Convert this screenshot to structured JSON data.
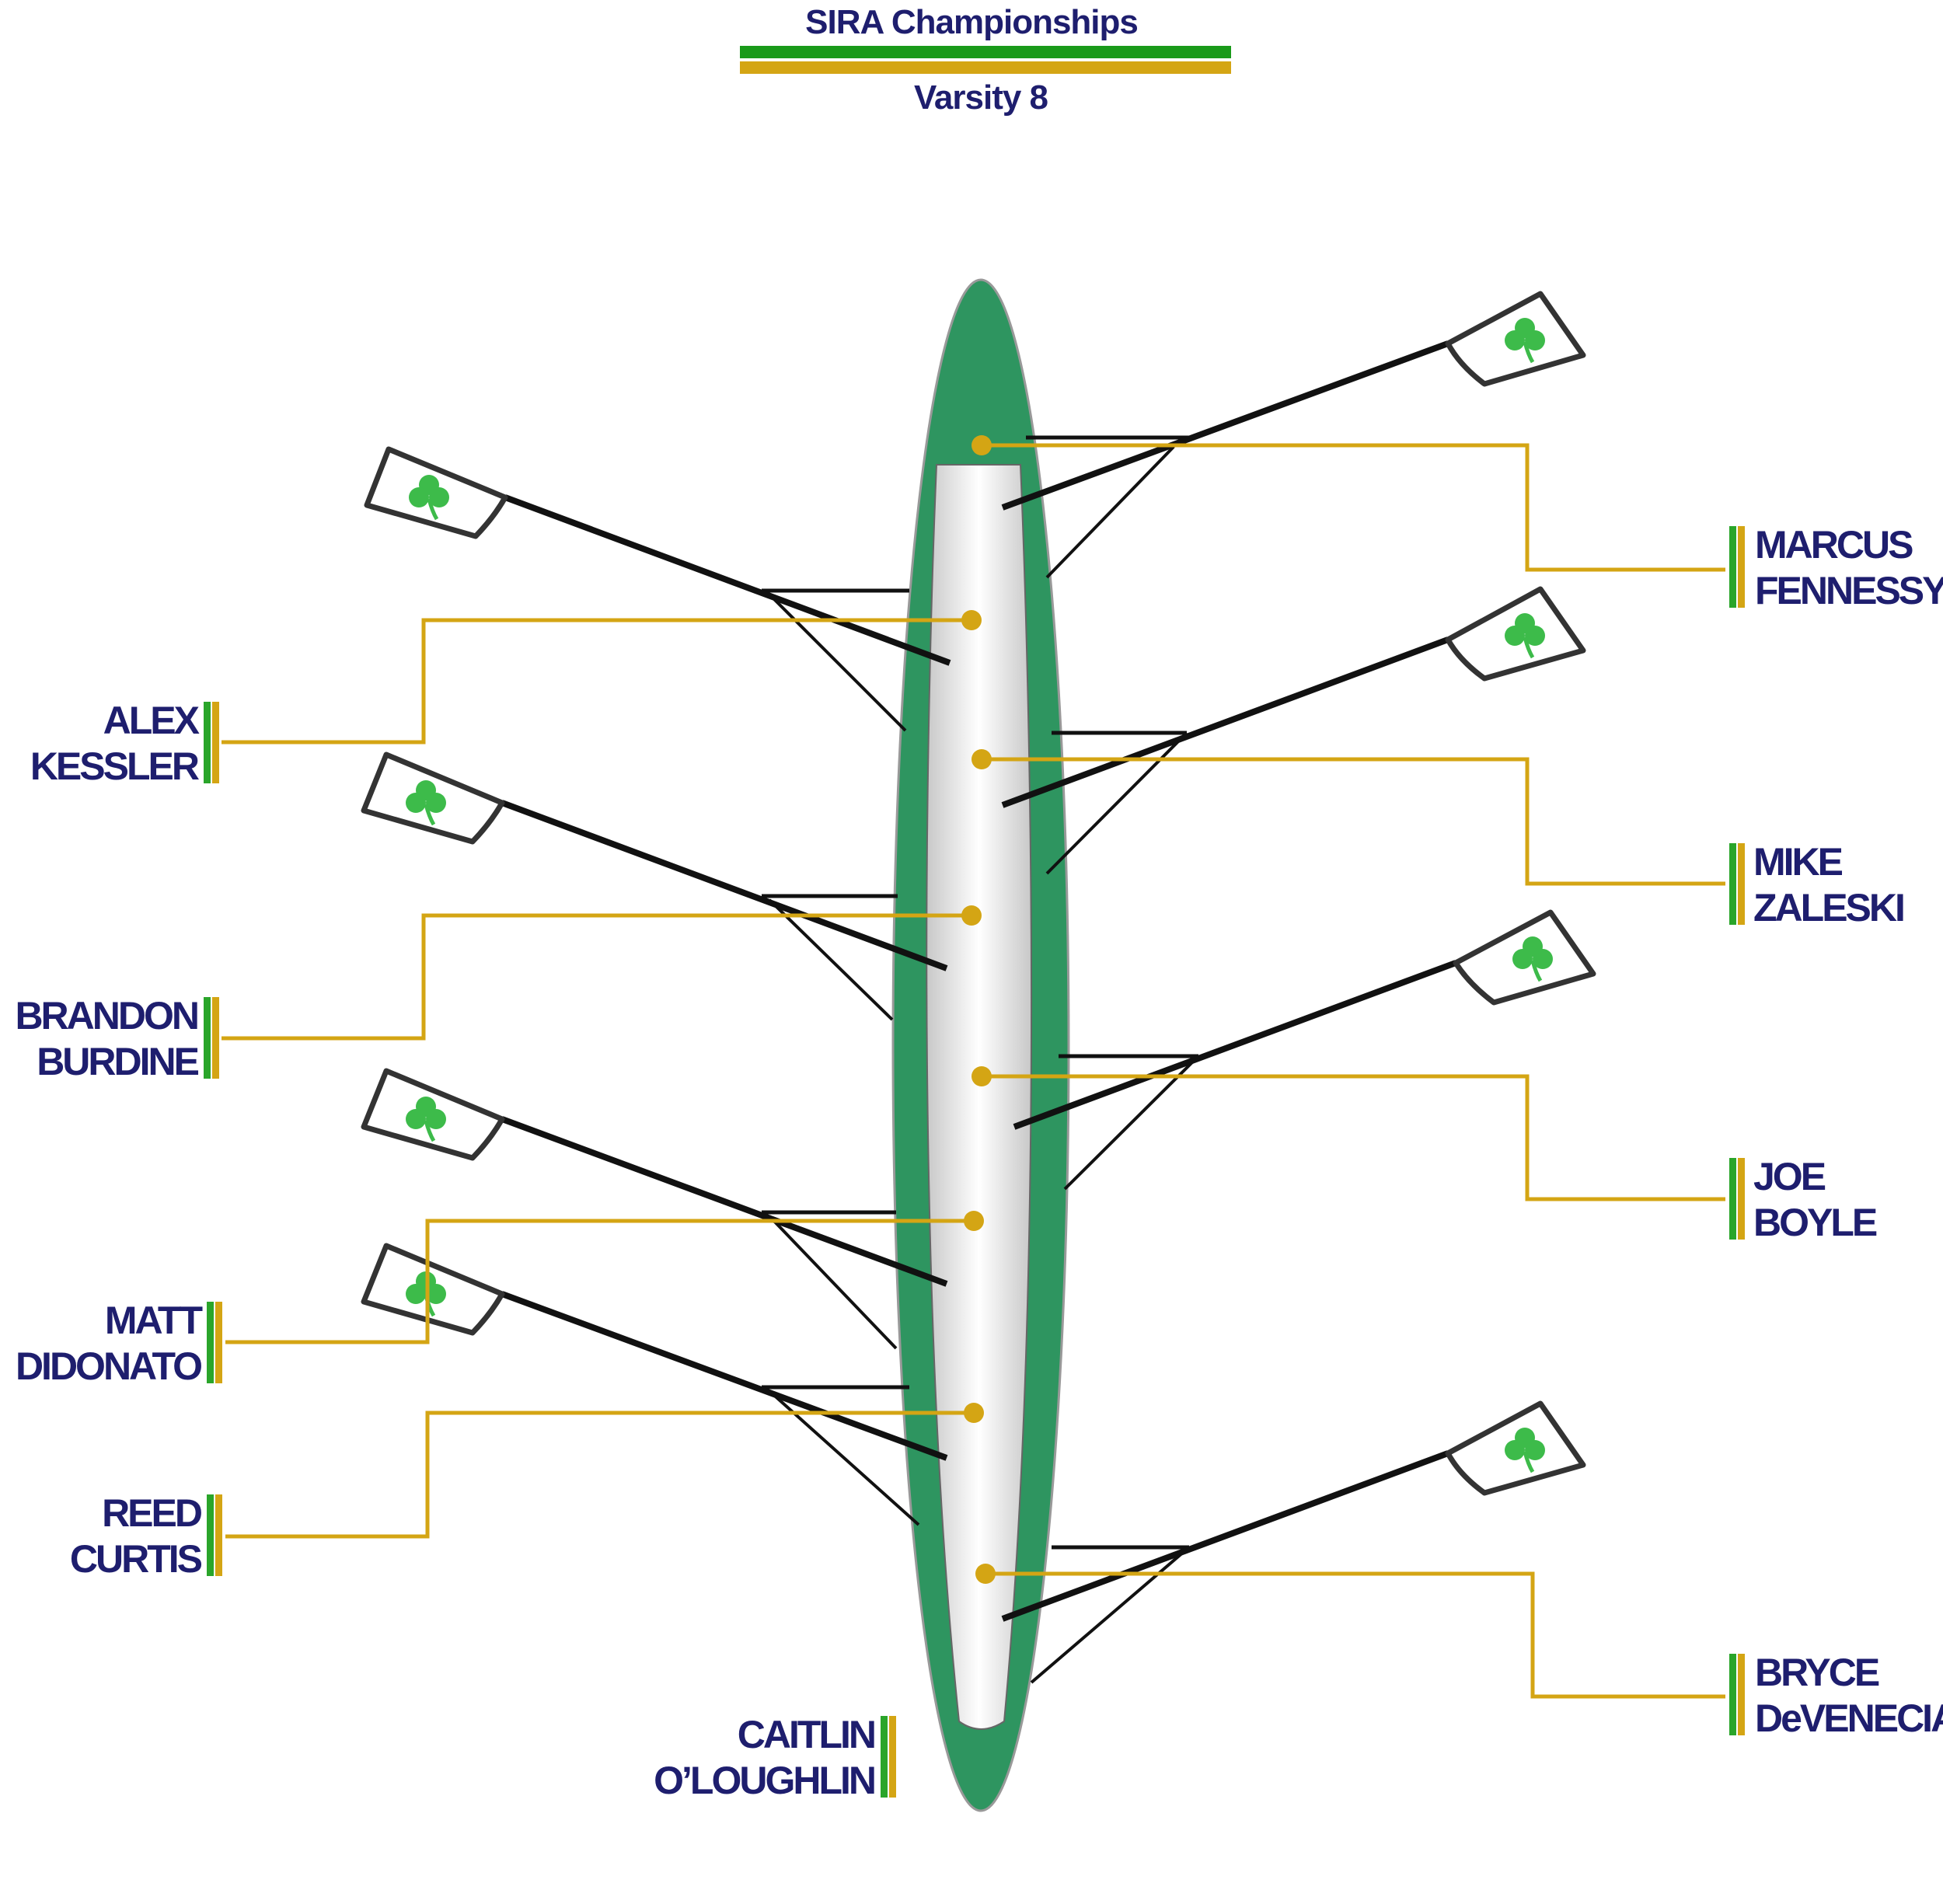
{
  "header": {
    "title": "SIRA Championships",
    "subtitle": "Varsity 8"
  },
  "colors": {
    "hull": "#2e9560",
    "deck": "#e4e4e4",
    "green_bar": "#1a9a1a",
    "gold_bar": "#d4a514",
    "text": "#1e1e6e",
    "shamrock": "#3dbb4a"
  },
  "icons": {
    "blade": "shamrock-icon"
  },
  "crew": {
    "starboard": [
      {
        "first": "MARCUS",
        "last": "FENNESSY"
      },
      {
        "first": "MIKE",
        "last": "ZALESKI"
      },
      {
        "first": "JOE",
        "last": "BOYLE"
      },
      {
        "first": "BRYCE",
        "last": "DeVENECIA"
      }
    ],
    "port": [
      {
        "first": "ALEX",
        "last": "KESSLER"
      },
      {
        "first": "BRANDON",
        "last": "BURDINE"
      },
      {
        "first": "MATT",
        "last": "DIDONATO"
      },
      {
        "first": "REED",
        "last": "CURTIS"
      }
    ],
    "coxswain": {
      "first": "CAITLIN",
      "last": "O’LOUGHLIN"
    }
  }
}
